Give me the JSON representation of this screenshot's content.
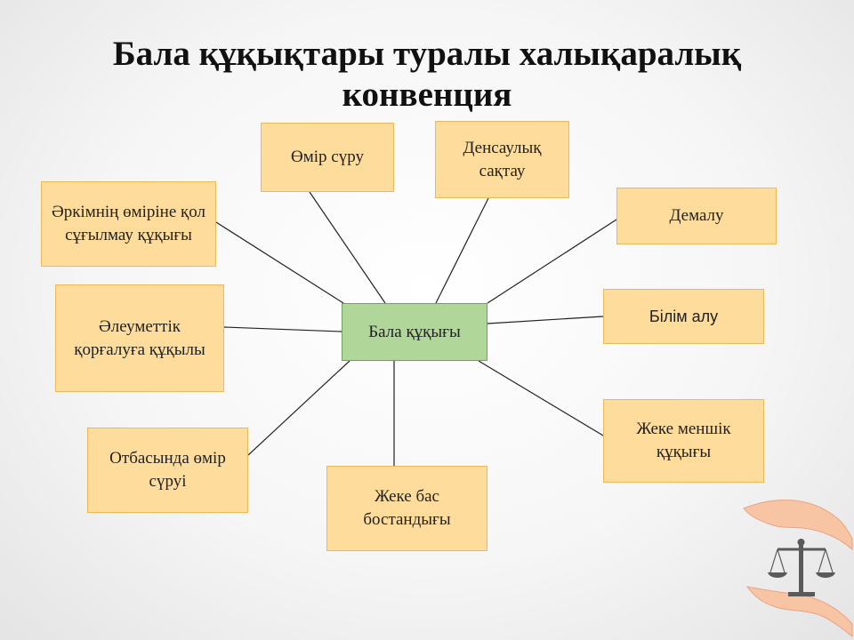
{
  "title": "Бала құқықтары туралы халықаралық конвенция",
  "center": "Бала құқығы",
  "nodes": [
    "Өмір сүру",
    "Денсаулық сақтау",
    "Демалу",
    "Білім алу",
    "Жеке меншік құқығы",
    "Жеке бас бостандығы",
    "Отбасында өмір сүруі",
    "Әлеуметтік қорғалуға құқылы",
    "Әркімнің өміріне қол сұғылмау құқығы"
  ],
  "colors": {
    "node_fill": "#fddc9c",
    "node_border": "#eeb85a",
    "center_fill": "#b0d69a",
    "center_border": "#6ea35a",
    "line": "#222222"
  },
  "icons": [
    "justice-scales-icon",
    "hands-icon"
  ]
}
